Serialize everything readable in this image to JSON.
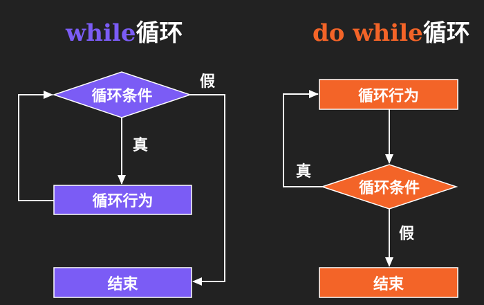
{
  "colors": {
    "background": "#222222",
    "while_accent": "#7b5cf5",
    "do_while_accent": "#f36428",
    "line": "#ffffff"
  },
  "while": {
    "title_keyword": "while",
    "title_suffix": "循环",
    "condition": "循环条件",
    "body": "循环行为",
    "end": "结束",
    "true_label": "真",
    "false_label": "假"
  },
  "do_while": {
    "title_keyword": "do while",
    "title_suffix": "循环",
    "body": "循环行为",
    "condition": "循环条件",
    "end": "结束",
    "true_label": "真",
    "false_label": "假"
  }
}
